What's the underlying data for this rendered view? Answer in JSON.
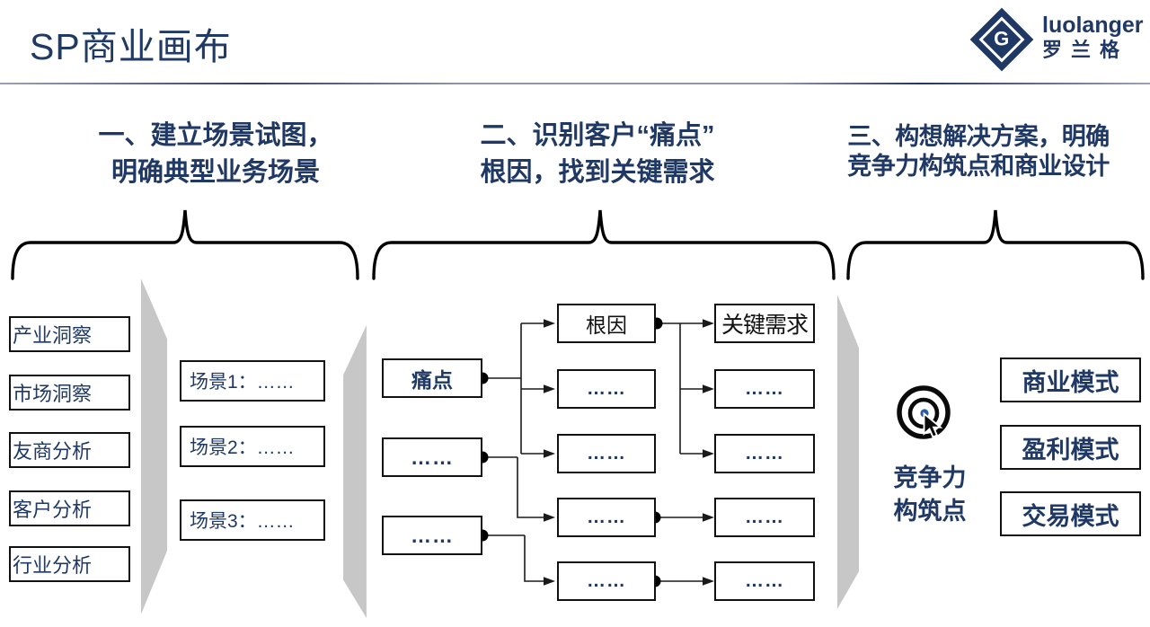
{
  "header": {
    "title": "SP商业画布",
    "logo": {
      "monogram": "G",
      "brand": "luolanger",
      "brand_cn": "罗兰格"
    }
  },
  "sections": [
    {
      "line1": "一、建立场景试图，",
      "line2": "明确典型业务场景"
    },
    {
      "line1": "二、识别客户“痛点”",
      "line2": "根因，找到关键需求"
    },
    {
      "line1": "三、构想解决方案，明确",
      "line2": "竞争力构筑点和商业设计"
    }
  ],
  "analysis_boxes": [
    "产业洞察",
    "市场洞察",
    "友商分析",
    "客户分析",
    "行业分析"
  ],
  "scenario_boxes": [
    "场景1：……",
    "场景2：……",
    "场景3：……"
  ],
  "pain_column": [
    "痛点",
    "……",
    "……"
  ],
  "root_cause_column": [
    "根因",
    "……",
    "……",
    "……",
    "……"
  ],
  "key_need_column": [
    "关键需求",
    "……",
    "……",
    "……",
    "……"
  ],
  "competitiveness": {
    "line1": "竞争力",
    "line2": "构筑点"
  },
  "mode_boxes": [
    "商业模式",
    "盈利模式",
    "交易模式"
  ],
  "colors": {
    "navy": "#1F3864",
    "black": "#111111",
    "panel_gray": "#C7C7C7"
  }
}
